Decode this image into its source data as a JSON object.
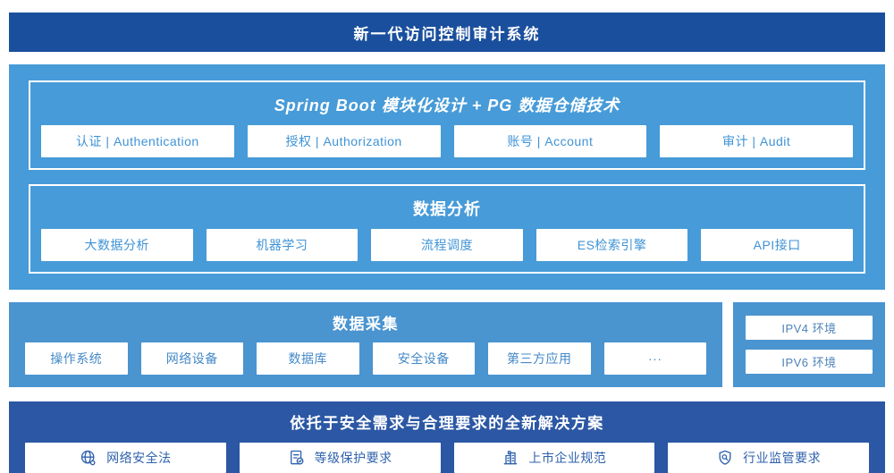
{
  "banner": {
    "title": "新一代访问控制审计系统"
  },
  "platform": {
    "modules_panel": {
      "title": "Spring Boot 模块化设计 + PG 数据仓储技术",
      "items": [
        "认证 | Authentication",
        "授权 | Authorization",
        "账号 | Account",
        "审计 | Audit"
      ]
    },
    "analysis_panel": {
      "title": "数据分析",
      "items": [
        "大数据分析",
        "机器学习",
        "流程调度",
        "ES检索引擎",
        "API接口"
      ]
    }
  },
  "collection": {
    "title": "数据采集",
    "items": [
      "操作系统",
      "网络设备",
      "数据库",
      "安全设备",
      "第三方应用",
      "···"
    ]
  },
  "environments": {
    "items": [
      "IPV4 环境",
      "IPV6 环境"
    ]
  },
  "solution": {
    "title": "依托于安全需求与合理要求的全新解决方案",
    "items": [
      {
        "icon": "globe-icon",
        "label": "网络安全法"
      },
      {
        "icon": "document-check-icon",
        "label": "等级保护要求"
      },
      {
        "icon": "building-icon",
        "label": "上市企业规范"
      },
      {
        "icon": "shield-search-icon",
        "label": "行业监管要求"
      }
    ]
  },
  "colors": {
    "banner_bg": "#1a4f9d",
    "platform_bg": "#479bd8",
    "collection_bg": "#4a94d0",
    "solution_bg": "#2b57a4",
    "module_text": "#3f93d6",
    "solution_text": "#2f62ad"
  }
}
